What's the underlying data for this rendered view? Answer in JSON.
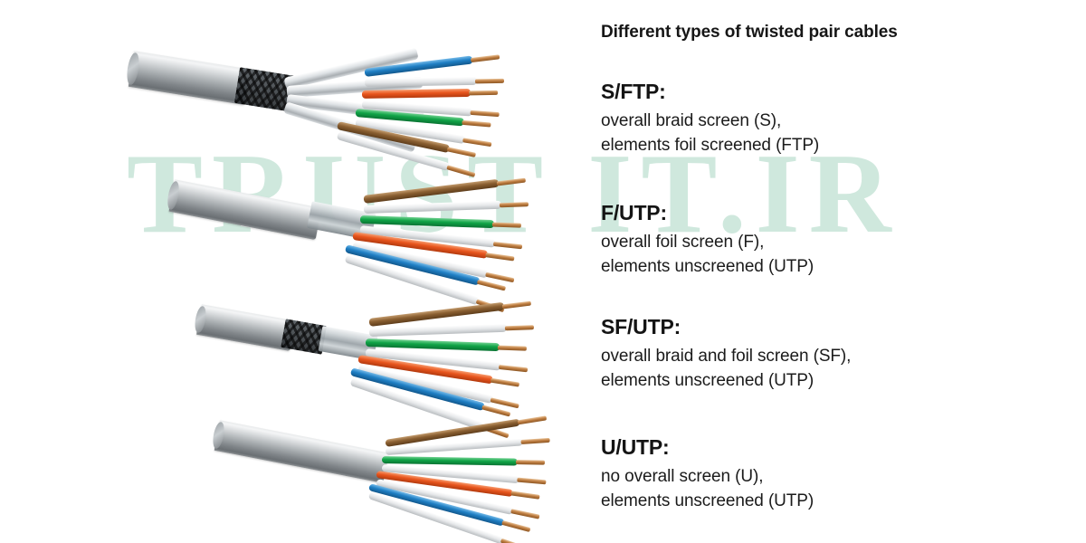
{
  "background_color": "#ffffff",
  "watermark": {
    "text": "TRUST IT.IR",
    "color": "#cfe8dd"
  },
  "header": {
    "title": "Different types of twisted pair cables"
  },
  "cable_types": [
    {
      "code": "S/FTP:",
      "line1": "overall braid screen (S),",
      "line2": "elements foil screened (FTP)",
      "figure": "cable-sftp",
      "screens": [
        "braid",
        "pair-foil"
      ],
      "pair_colors": [
        "#1f7fc4",
        "#e8551d",
        "#10a447",
        "#8a5f31"
      ],
      "pair_names": [
        "blue",
        "orange",
        "green",
        "brown"
      ]
    },
    {
      "code": "F/UTP:",
      "line1": "overall foil screen (F),",
      "line2": "elements unscreened (UTP)",
      "figure": "cable-futp",
      "screens": [
        "foil"
      ],
      "pair_colors": [
        "#8a5f31",
        "#10a447",
        "#e8551d",
        "#1f7fc4"
      ],
      "pair_names": [
        "brown",
        "green",
        "orange",
        "blue"
      ]
    },
    {
      "code": "SF/UTP:",
      "line1": "overall braid and foil screen (SF),",
      "line2": "elements unscreened (UTP)",
      "figure": "cable-sfutp",
      "screens": [
        "braid",
        "foil"
      ],
      "pair_colors": [
        "#8a5f31",
        "#10a447",
        "#e8551d",
        "#1f7fc4"
      ],
      "pair_names": [
        "brown",
        "green",
        "orange",
        "blue"
      ]
    },
    {
      "code": "U/UTP:",
      "line1": "no overall screen (U),",
      "line2": "elements unscreened (UTP)",
      "figure": "cable-uutp",
      "screens": [],
      "pair_colors": [
        "#8a5f31",
        "#10a447",
        "#e8551d",
        "#1f7fc4"
      ],
      "pair_names": [
        "brown",
        "green",
        "orange",
        "blue"
      ]
    }
  ],
  "jacket_color": "#a7acaf",
  "copper_color": "#c07f43"
}
